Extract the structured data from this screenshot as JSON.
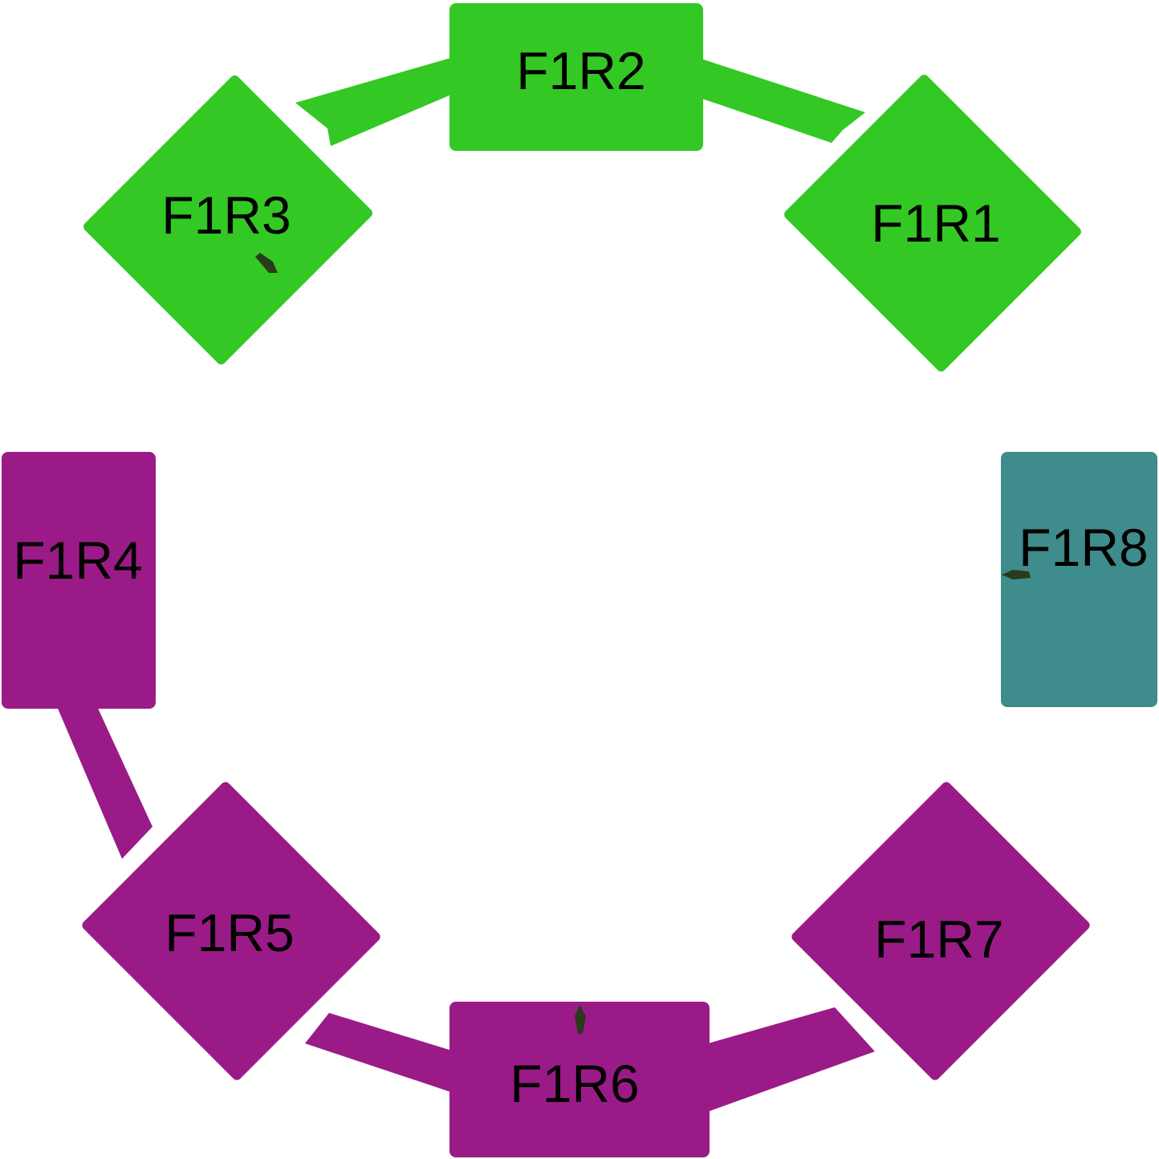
{
  "colors": {
    "green": "#33c824",
    "purple": "#9a1b87",
    "teal": "#3e8c8c",
    "marker": "#2a3a1c",
    "label": "#000000"
  },
  "nodes": [
    {
      "id": "F1R1",
      "label": "F1R1",
      "color": "green",
      "group": "top-cluster"
    },
    {
      "id": "F1R2",
      "label": "F1R2",
      "color": "green",
      "group": "top-cluster"
    },
    {
      "id": "F1R3",
      "label": "F1R3",
      "color": "green",
      "group": "top-cluster"
    },
    {
      "id": "F1R4",
      "label": "F1R4",
      "color": "purple",
      "group": "bottom-cluster"
    },
    {
      "id": "F1R5",
      "label": "F1R5",
      "color": "purple",
      "group": "bottom-cluster"
    },
    {
      "id": "F1R6",
      "label": "F1R6",
      "color": "purple",
      "group": "bottom-cluster"
    },
    {
      "id": "F1R7",
      "label": "F1R7",
      "color": "purple",
      "group": "bottom-cluster"
    },
    {
      "id": "F1R8",
      "label": "F1R8",
      "color": "teal",
      "group": "isolated"
    }
  ],
  "edges": [
    {
      "from": "F1R2",
      "to": "F1R1"
    },
    {
      "from": "F1R2",
      "to": "F1R3"
    },
    {
      "from": "F1R4",
      "to": "F1R5"
    },
    {
      "from": "F1R5",
      "to": "F1R6"
    },
    {
      "from": "F1R6",
      "to": "F1R7"
    }
  ]
}
